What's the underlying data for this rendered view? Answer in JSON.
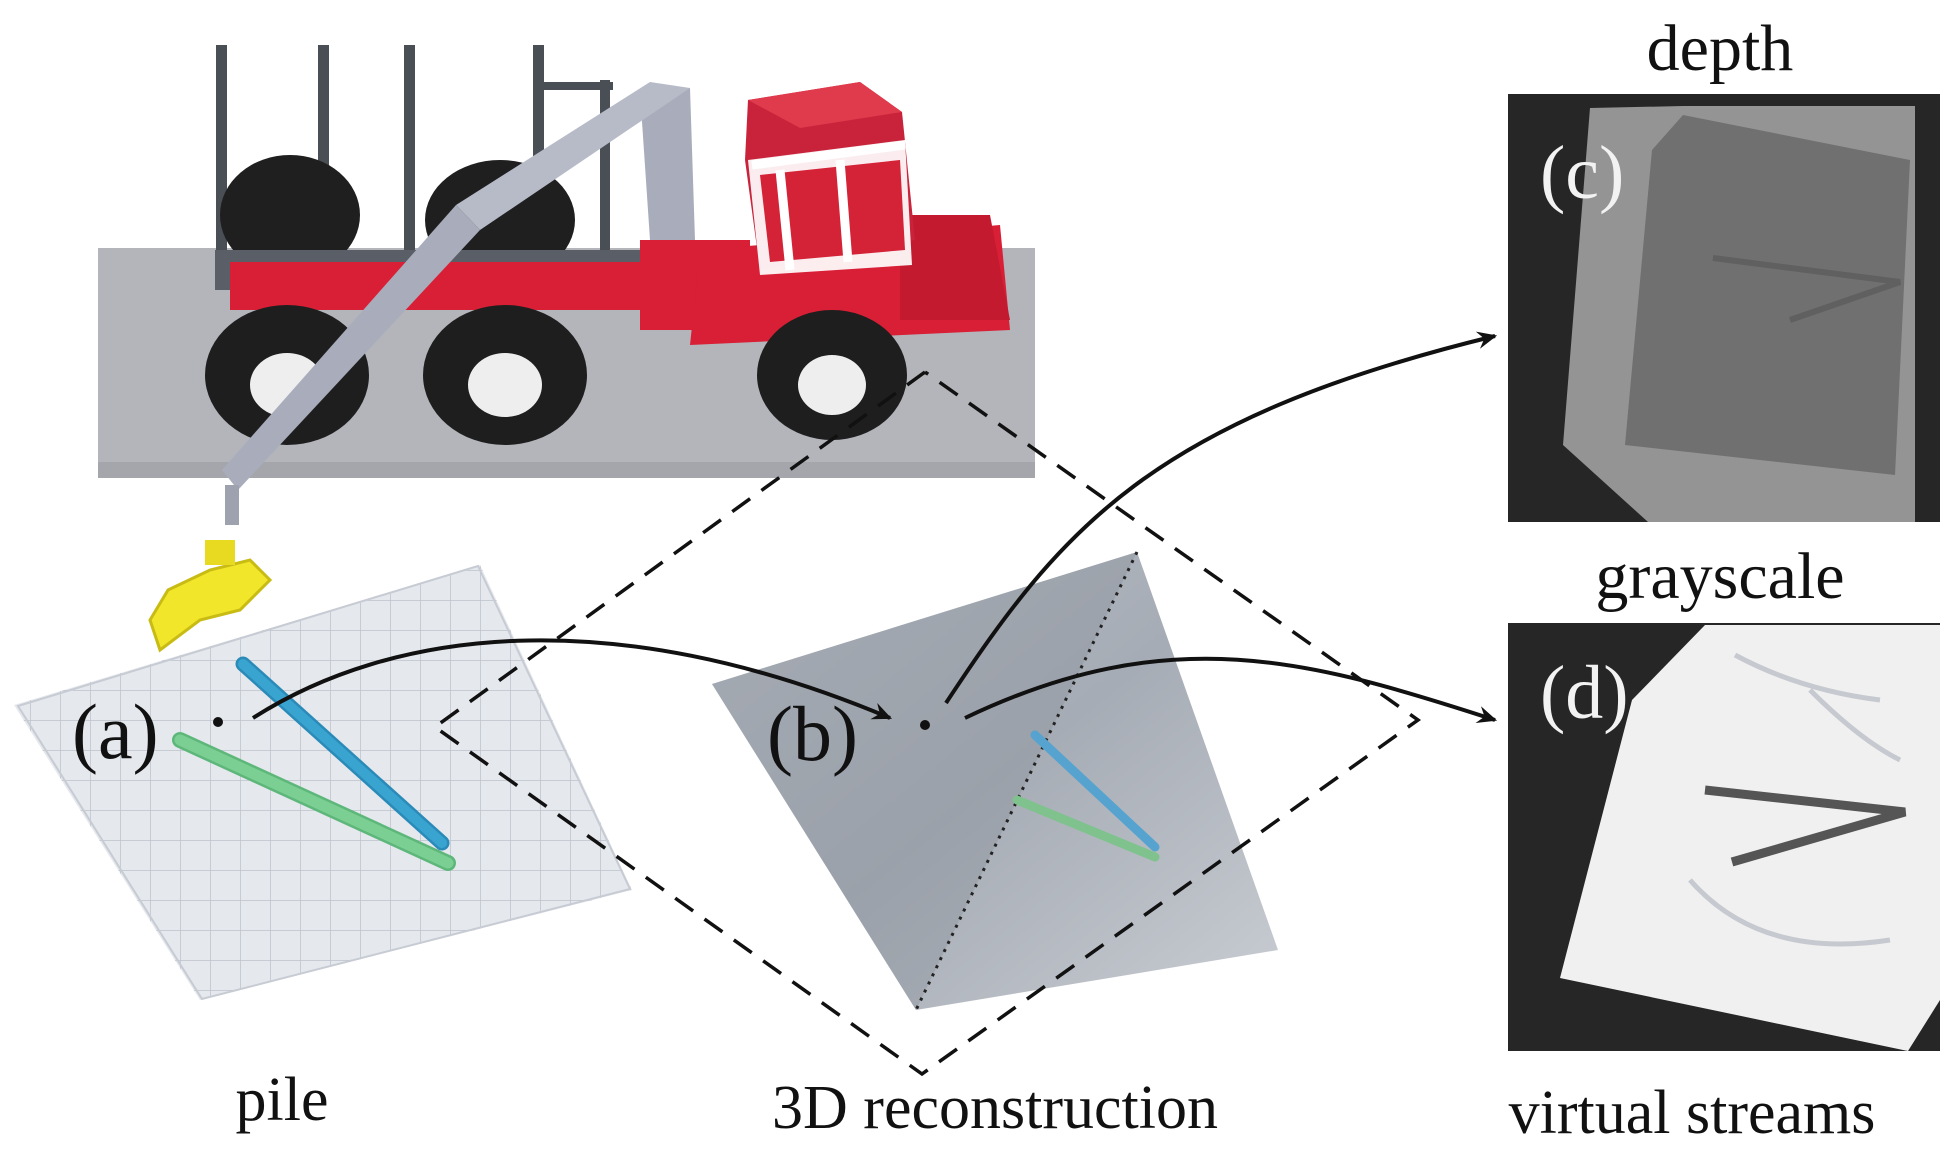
{
  "labels": {
    "depth": "depth",
    "grayscale": "grayscale",
    "pile": "pile",
    "reconstruction": "3D reconstruction",
    "virtual_streams": "virtual streams",
    "a": "(a)",
    "b": "(b)",
    "c": "(c)",
    "d": "(d)"
  },
  "colors": {
    "machine_red": "#d81f35",
    "cabin_red": "#c8233a",
    "tire": "#1e1e1e",
    "hub": "#eeeeee",
    "crane": "#a9adbb",
    "grapple": "#f2e62a",
    "platform": "#b3b5bb",
    "log_blue": "#3aa4d0",
    "log_green": "#7ccf93",
    "depth_bg": "#262626",
    "depth_outer": "#949494",
    "depth_inner": "#707070",
    "gray_paper": "#f0f0f0"
  }
}
